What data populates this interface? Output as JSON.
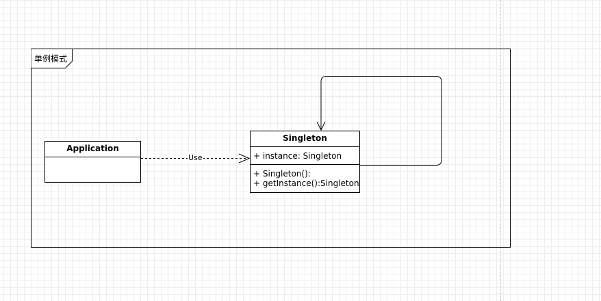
{
  "frame": {
    "title": "单例模式"
  },
  "classes": {
    "application": {
      "name": "Application",
      "attributes": [],
      "operations": []
    },
    "singleton": {
      "name": "Singleton",
      "attributes": [
        "+ instance: Singleton"
      ],
      "operations": [
        "+ Singleton():",
        "+ getInstance():Singleton"
      ]
    }
  },
  "relations": {
    "dependency": {
      "label": "Use",
      "from": "Application",
      "to": "Singleton",
      "style": "dashed"
    },
    "self_association": {
      "from": "Singleton",
      "to": "Singleton",
      "style": "solid"
    }
  },
  "colors": {
    "stroke": "#000000",
    "grid": "#eeeeee",
    "page_break": "#c8c8c8"
  }
}
